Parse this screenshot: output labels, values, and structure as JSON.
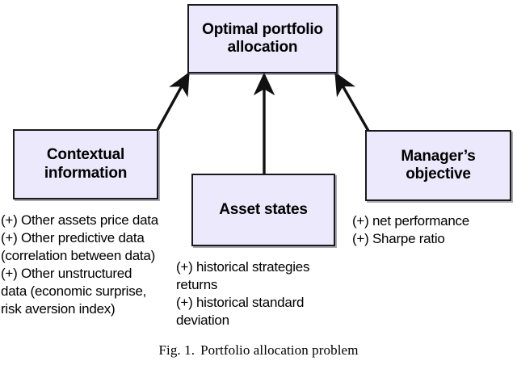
{
  "figure": {
    "caption_label": "Fig. 1.",
    "caption_text": "Portfolio allocation problem",
    "box_fill_color": "#ebe9fb",
    "box_border_color": "#1a1a1a",
    "text_color": "#000000",
    "background_color": "#ffffff"
  },
  "nodes": {
    "optimal": {
      "label": "Optimal portfolio\nallocation"
    },
    "contextual": {
      "label": "Contextual\ninformation"
    },
    "asset": {
      "label": "Asset states"
    },
    "manager": {
      "label": "Manager’s\nobjective"
    }
  },
  "annotations": {
    "contextual": "(+) Other assets price data\n(+) Other predictive data\n(correlation between data)\n(+) Other unstructured\ndata (economic surprise,\nrisk aversion index)",
    "asset": "(+) historical strategies\nreturns\n(+) historical standard\ndeviation",
    "manager": "(+) net performance\n(+) Sharpe ratio"
  },
  "arrows": [
    {
      "name": "contextual-to-optimal",
      "from": "contextual",
      "to": "optimal"
    },
    {
      "name": "asset-to-optimal",
      "from": "asset",
      "to": "optimal"
    },
    {
      "name": "manager-to-optimal",
      "from": "manager",
      "to": "optimal"
    }
  ]
}
